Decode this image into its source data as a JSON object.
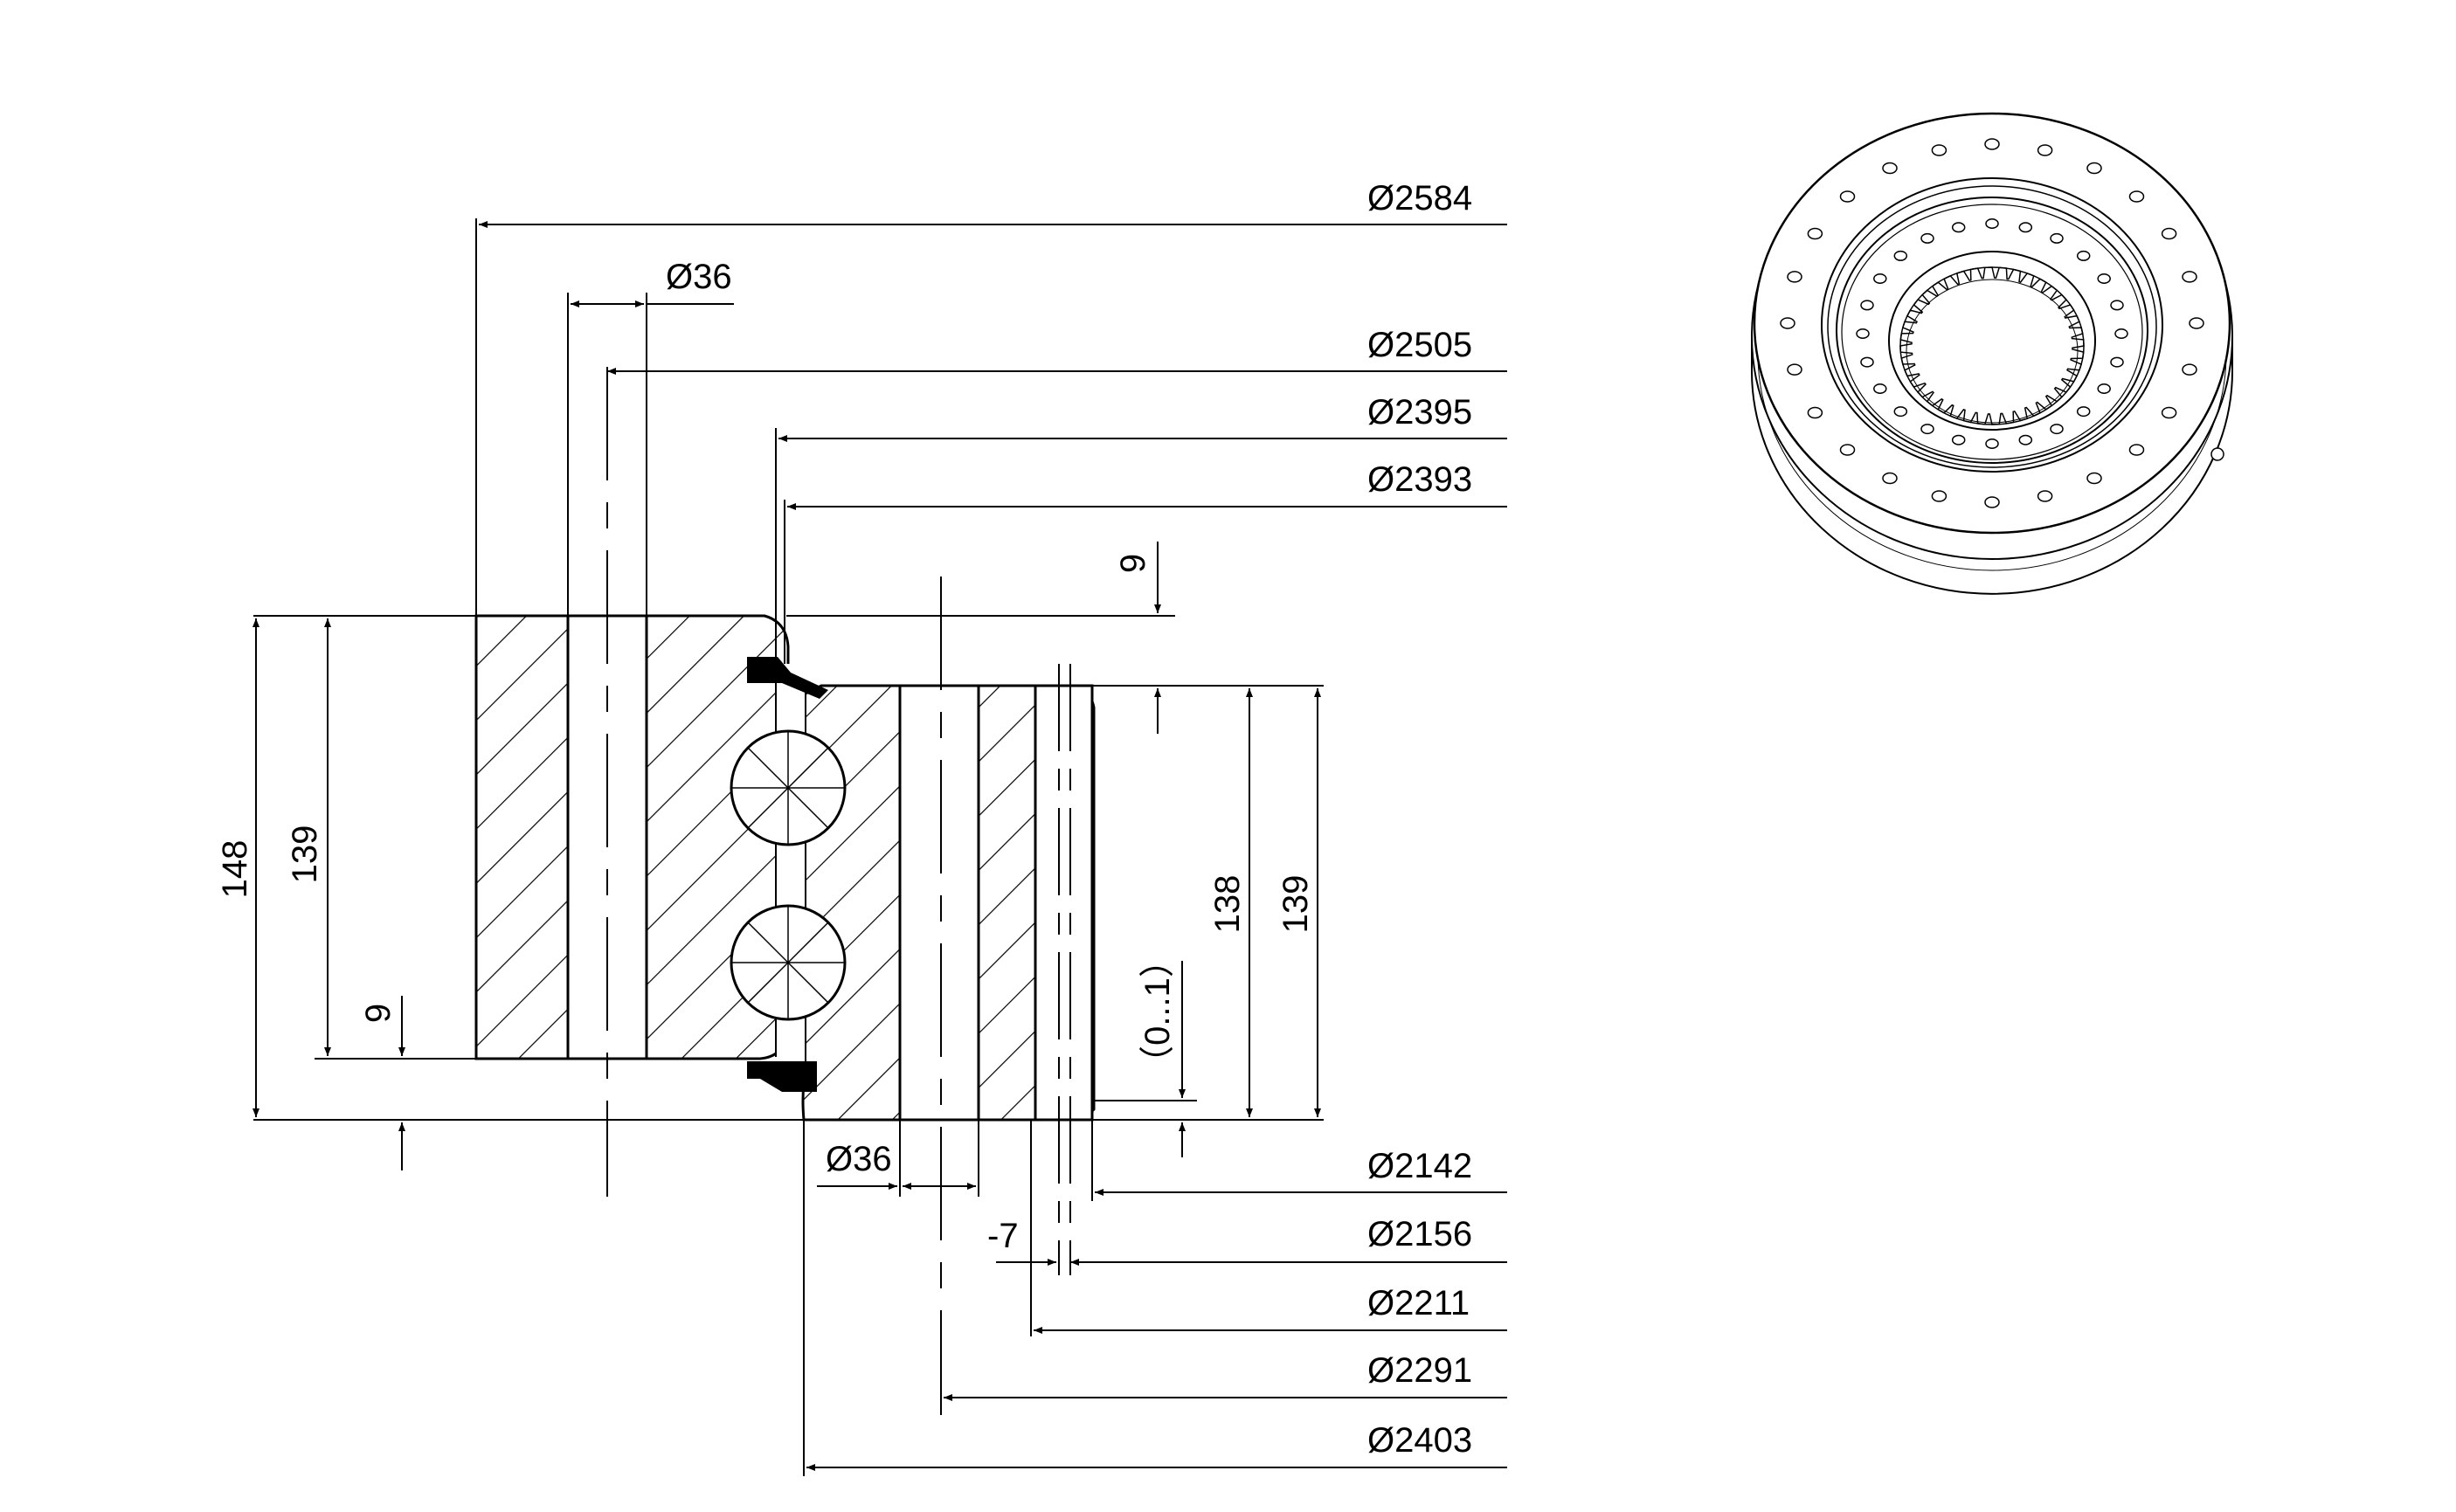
{
  "diagram": {
    "diameters_top": [
      "Ø2584",
      "Ø36",
      "Ø2505",
      "Ø2395",
      "Ø2393"
    ],
    "diameters_bottom": [
      "Ø36",
      "Ø2142",
      "Ø2156",
      "-7",
      "Ø2211",
      "Ø2291",
      "Ø2403"
    ],
    "heights_left": [
      "148",
      "139",
      "9"
    ],
    "heights_right": [
      "9",
      "138",
      "139"
    ],
    "tolerance": "（0...1）"
  }
}
